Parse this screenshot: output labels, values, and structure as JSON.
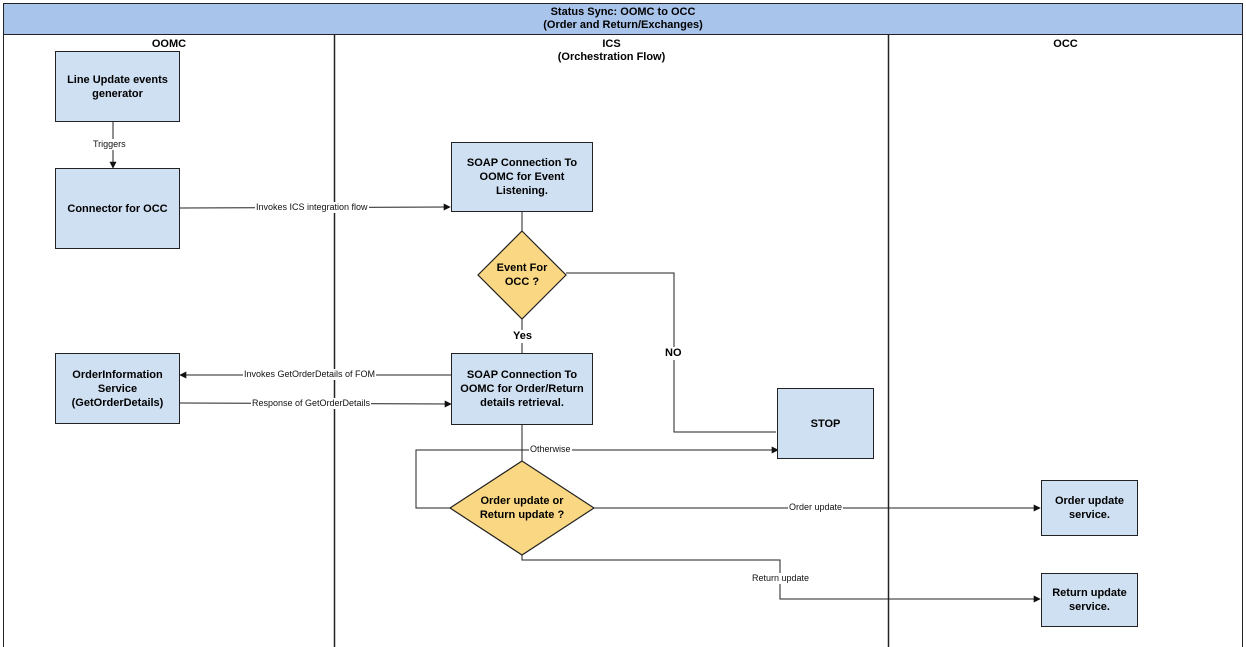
{
  "header": {
    "line1": "Status Sync: OOMC to OCC",
    "line2": "(Order and Return/Exchanges)"
  },
  "lanes": {
    "oomc": {
      "title": "OOMC"
    },
    "ics": {
      "title": "ICS",
      "subtitle": "(Orchestration Flow)"
    },
    "occ": {
      "title": "OCC"
    }
  },
  "nodes": {
    "line_update": "Line Update events generator",
    "connector": "Connector for OCC",
    "soap_event": "SOAP Connection To OOMC for Event Listening.",
    "event_decision": "Event For OCC ?",
    "order_info": "OrderInformation Service (GetOrderDetails)",
    "soap_order": "SOAP Connection To OOMC for Order/Return details retrieval.",
    "stop": "STOP",
    "update_decision": "Order update or Return update ?",
    "order_service": "Order update service.",
    "return_service": "Return update service."
  },
  "edges": {
    "triggers": "Triggers",
    "invokes_ics": "Invokes ICS integration flow",
    "yes": "Yes",
    "no": "NO",
    "invokes_get": "Invokes GetOrderDetails of FOM",
    "response_get": "Response of GetOrderDetails",
    "otherwise": "Otherwise",
    "order_update": "Order update",
    "return_update": "Return update"
  },
  "colors": {
    "header": "#a9c4eb",
    "box": "#cfe0f2",
    "diamond": "#fad782",
    "line": "#222222"
  }
}
